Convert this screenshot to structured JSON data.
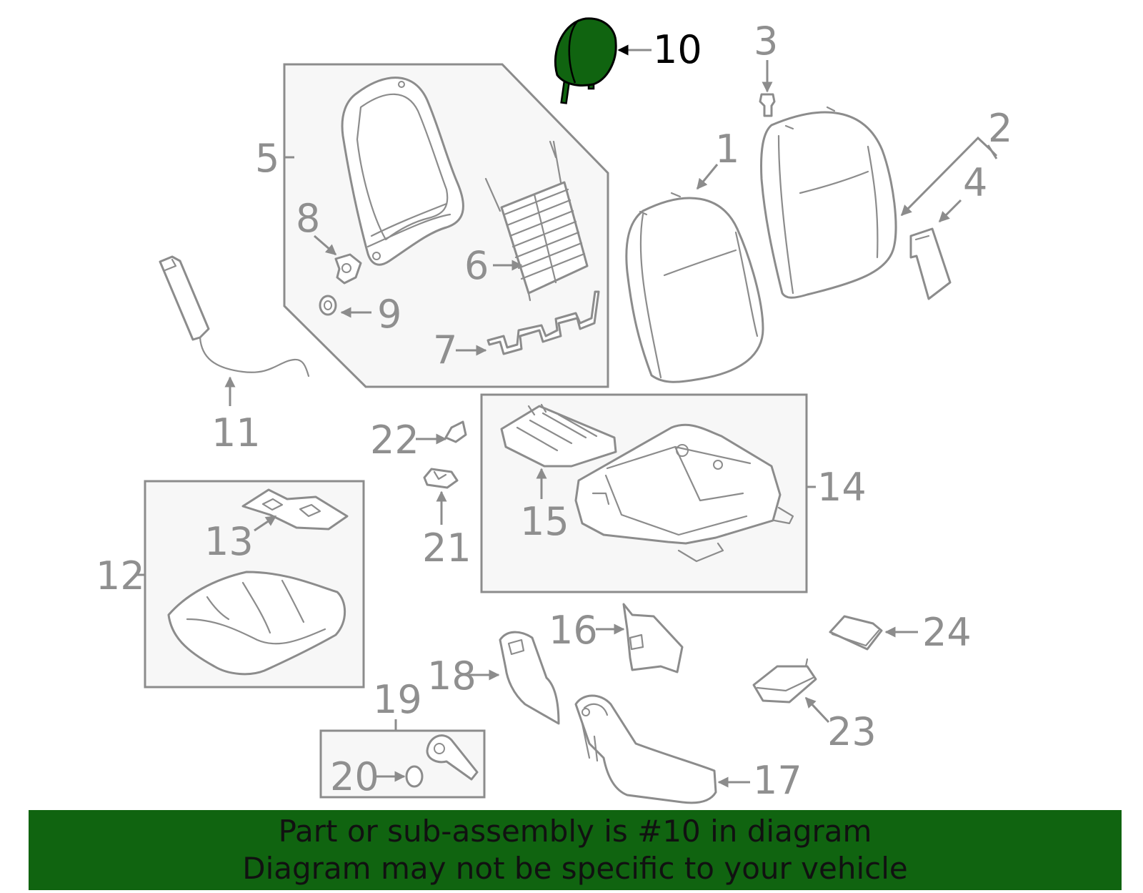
{
  "colors": {
    "highlight": "#106410",
    "line_gray": "#8c8c8c",
    "label_gray": "#8f8f8f",
    "banner_bg": "#106410",
    "banner_text": "#111111"
  },
  "highlighted_part": "10",
  "callouts": [
    "10",
    "3",
    "2",
    "4",
    "1",
    "5",
    "8",
    "6",
    "9",
    "7",
    "11",
    "22",
    "21",
    "15",
    "14",
    "13",
    "12",
    "16",
    "24",
    "18",
    "23",
    "19",
    "20",
    "17"
  ],
  "banner": {
    "line1": "Part or sub-assembly is #10 in diagram",
    "line2": "Diagram may not be specific to your vehicle"
  }
}
